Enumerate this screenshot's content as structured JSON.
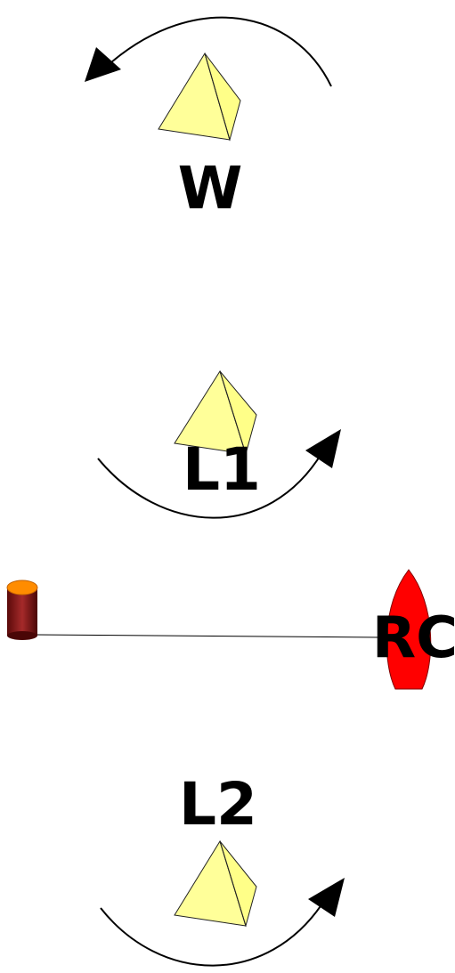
{
  "marks": {
    "windward": {
      "label": "W"
    },
    "leeward_1": {
      "label": "L1"
    },
    "leeward_2": {
      "label": "L2"
    },
    "committee_boat": {
      "label": "RC"
    }
  },
  "colors": {
    "mark_fill": "#ffff99",
    "boat_fill": "#ff0000",
    "pin_fill": "#8b1a1a",
    "pin_top": "#ff8c00",
    "line": "#000000"
  },
  "icons": {
    "mark": "pyramid-buoy-icon",
    "pin": "cylinder-buoy-icon",
    "boat": "committee-boat-icon",
    "rounding": "rounding-arrow-icon"
  }
}
